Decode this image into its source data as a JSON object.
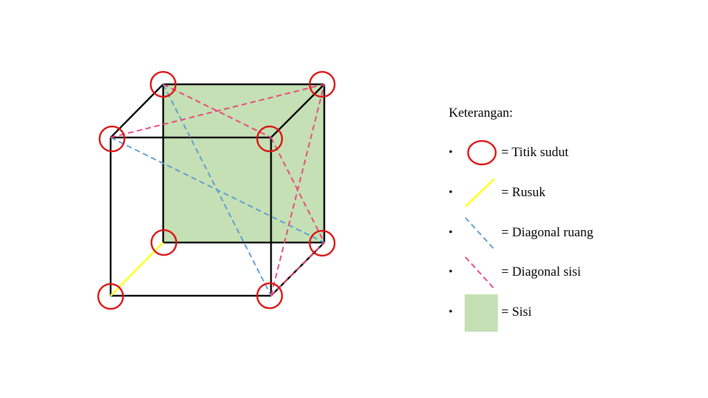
{
  "colors": {
    "edge": "#000000",
    "edge_highlight": "#ffff33",
    "space_diagonal": "#5b9bd5",
    "face_diagonal": "#e8457a",
    "face": "#c5e0b4",
    "vertex": "#dd1111"
  },
  "legend": {
    "title": "Keterangan:",
    "bullet": "•",
    "items": [
      {
        "key": "vertex",
        "label": "= Titik sudut"
      },
      {
        "key": "edge",
        "label": "= Rusuk"
      },
      {
        "key": "space_diagonal",
        "label": "= Diagonal ruang"
      },
      {
        "key": "face_diagonal",
        "label": "= Diagonal sisi"
      },
      {
        "key": "face",
        "label": "= Sisi"
      }
    ]
  }
}
